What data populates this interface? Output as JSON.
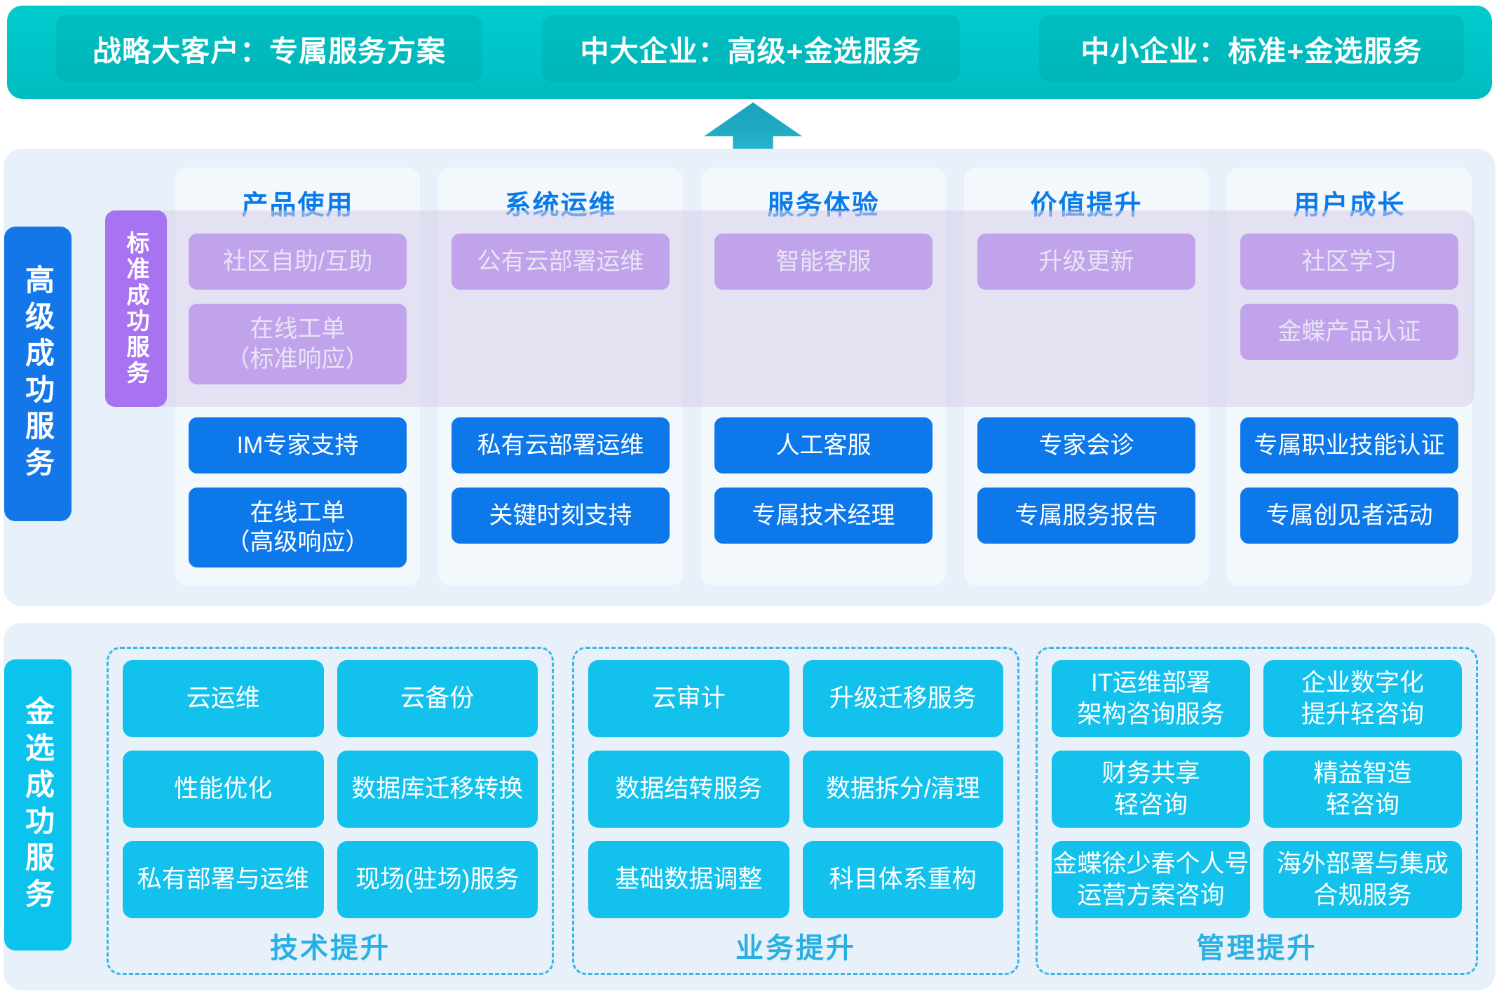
{
  "banner": {
    "segments": [
      "战略大客户：专属服务方案",
      "中大企业：高级+金选服务",
      "中小企业：标准+金选服务"
    ]
  },
  "advanced": {
    "side_label": "高级成功服务",
    "standard_band_label": "标准成功服务",
    "columns": [
      {
        "header": "产品使用",
        "boxes": [
          {
            "text": "社区自助/互助",
            "tier": "standard",
            "slot": "A"
          },
          {
            "text": "在线工单\n（标准响应）",
            "tier": "standard",
            "slot": "B2"
          },
          {
            "text": "IM专家支持",
            "tier": "advanced",
            "slot": "C"
          },
          {
            "text": "在线工单\n（高级响应）",
            "tier": "advanced",
            "slot": "D2"
          }
        ]
      },
      {
        "header": "系统运维",
        "boxes": [
          {
            "text": "公有云部署运维",
            "tier": "standard",
            "slot": "A"
          },
          {
            "text": "私有云部署运维",
            "tier": "advanced",
            "slot": "C"
          },
          {
            "text": "关键时刻支持",
            "tier": "advanced",
            "slot": "D"
          }
        ]
      },
      {
        "header": "服务体验",
        "boxes": [
          {
            "text": "智能客服",
            "tier": "standard",
            "slot": "A"
          },
          {
            "text": "人工客服",
            "tier": "advanced",
            "slot": "C"
          },
          {
            "text": "专属技术经理",
            "tier": "advanced",
            "slot": "D"
          }
        ]
      },
      {
        "header": "价值提升",
        "boxes": [
          {
            "text": "升级更新",
            "tier": "standard",
            "slot": "A"
          },
          {
            "text": "专家会诊",
            "tier": "advanced",
            "slot": "C"
          },
          {
            "text": "专属服务报告",
            "tier": "advanced",
            "slot": "D"
          }
        ]
      },
      {
        "header": "用户成长",
        "boxes": [
          {
            "text": "社区学习",
            "tier": "standard",
            "slot": "A"
          },
          {
            "text": "金蝶产品认证",
            "tier": "standard",
            "slot": "B"
          },
          {
            "text": "专属职业技能认证",
            "tier": "advanced",
            "slot": "C"
          },
          {
            "text": "专属创见者活动",
            "tier": "advanced",
            "slot": "D"
          }
        ]
      }
    ]
  },
  "premium": {
    "side_label": "金选成功服务",
    "groups": [
      {
        "label": "技术提升",
        "boxes": [
          "云运维",
          "云备份",
          "性能优化",
          "数据库迁移转换",
          "私有部署与运维",
          "现场(驻场)服务"
        ]
      },
      {
        "label": "业务提升",
        "boxes": [
          "云审计",
          "升级迁移服务",
          "数据结转服务",
          "数据拆分/清理",
          "基础数据调整",
          "科目体系重构"
        ]
      },
      {
        "label": "管理提升",
        "boxes": [
          "IT运维部署\n架构咨询服务",
          "企业数字化\n提升轻咨询",
          "财务共享\n轻咨询",
          "精益智造\n轻咨询",
          "金蝶徐少春个人号\n运营方案咨询",
          "海外部署与集成\n合规服务"
        ]
      }
    ]
  },
  "colors": {
    "banner_teal": "#00c2c6",
    "arrow_teal": "#1fa9c2",
    "section_bg": "#e8f1fa",
    "column_bg": "#f3f8fd",
    "standard_band": "#e9e4f3",
    "standard_purple": "#a670ee",
    "advanced_blue": "#0d78e9",
    "premium_cyan": "#12c2ec",
    "header_blue": "#0a7ae8",
    "group_label_cyan": "#28b0e4",
    "dashed_border": "#38b6ea"
  }
}
